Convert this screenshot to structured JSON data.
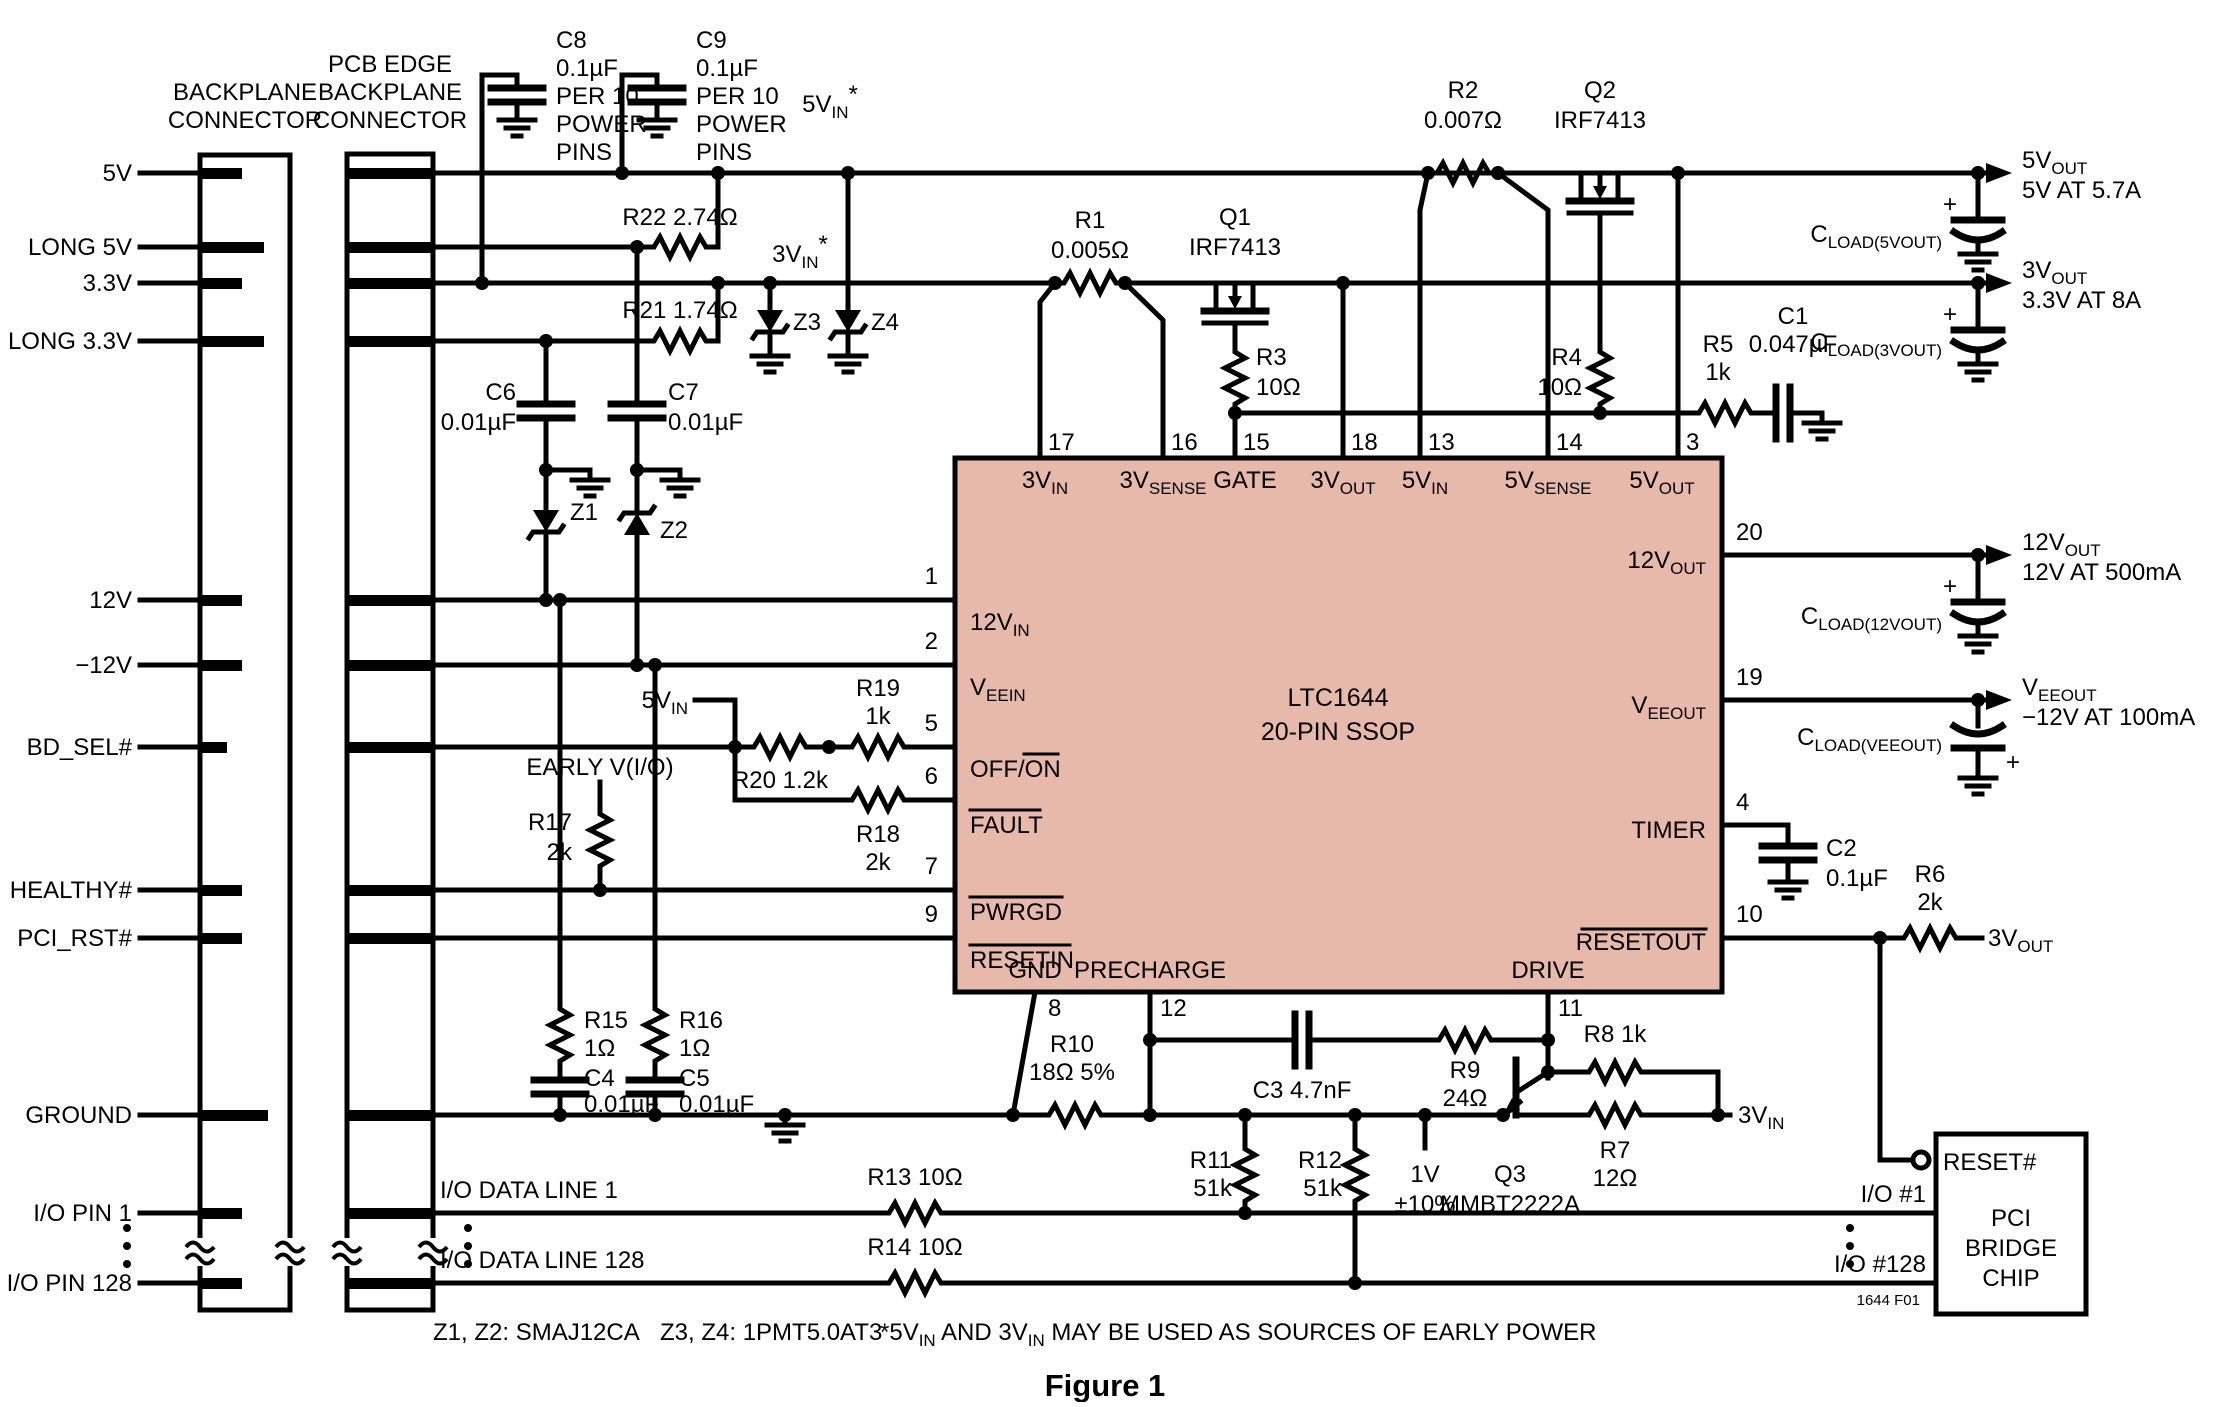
{
  "figure": {
    "caption": "Figure 1",
    "code": "1644 F01"
  },
  "colors": {
    "ic_fill": "#e6b9ab",
    "line": "#000000"
  },
  "headers": {
    "backplane": [
      "BACKPLANE",
      "CONNECTOR"
    ],
    "pcb_edge": [
      "PCB EDGE",
      "BACKPLANE",
      "CONNECTOR"
    ]
  },
  "signals": [
    "5V",
    "LONG 5V",
    "3.3V",
    "LONG 3.3V",
    "12V",
    "−12V",
    "BD_SEL#",
    "HEALTHY#",
    "PCI_RST#",
    "GROUND",
    "I/O PIN 1",
    "I/O PIN 128"
  ],
  "ic": {
    "name": "LTC1644",
    "package": "20-PIN SSOP",
    "top_pins": [
      {
        "num": "17",
        "pre": "3V",
        "sub": "IN"
      },
      {
        "num": "16",
        "pre": "3V",
        "sub": "SENSE"
      },
      {
        "num": "15",
        "pre": "GATE",
        "sub": ""
      },
      {
        "num": "18",
        "pre": "3V",
        "sub": "OUT"
      },
      {
        "num": "13",
        "pre": "5V",
        "sub": "IN"
      },
      {
        "num": "14",
        "pre": "5V",
        "sub": "SENSE"
      },
      {
        "num": "3",
        "pre": "5V",
        "sub": "OUT"
      }
    ],
    "left_pins": [
      {
        "num": "1",
        "pre": "12V",
        "sub": "IN"
      },
      {
        "num": "2",
        "pre": "V",
        "sub": "EEIN"
      },
      {
        "num": "5",
        "pre": "OFF/ON",
        "sub": ""
      },
      {
        "num": "6",
        "pre": "FAULT",
        "sub": ""
      },
      {
        "num": "7",
        "pre": "PWRGD",
        "sub": ""
      },
      {
        "num": "9",
        "pre": "RESETIN",
        "sub": ""
      }
    ],
    "right_pins": [
      {
        "num": "20",
        "pre": "12V",
        "sub": "OUT"
      },
      {
        "num": "19",
        "pre": "V",
        "sub": "EEOUT"
      },
      {
        "num": "4",
        "pre": "TIMER",
        "sub": ""
      },
      {
        "num": "10",
        "pre": "RESETOUT",
        "sub": ""
      }
    ],
    "bottom_pins": [
      {
        "num": "8",
        "label": "GND"
      },
      {
        "num": "12",
        "label": "PRECHARGE"
      },
      {
        "num": "11",
        "label": "DRIVE"
      }
    ]
  },
  "resistors": {
    "r1": [
      "R1",
      "0.005Ω"
    ],
    "r2": [
      "R2",
      "0.007Ω"
    ],
    "r3": [
      "R3",
      "10Ω"
    ],
    "r4": [
      "R4",
      "10Ω"
    ],
    "r5": [
      "R5",
      "1k"
    ],
    "r6": [
      "R6",
      "2k"
    ],
    "r7": [
      "R7",
      "12Ω"
    ],
    "r8": [
      "R8 1k"
    ],
    "r9": [
      "R9",
      "24Ω"
    ],
    "r10": [
      "R10",
      "18Ω 5%"
    ],
    "r11": [
      "R11",
      "51k"
    ],
    "r12": [
      "R12",
      "51k"
    ],
    "r13": [
      "R13 10Ω"
    ],
    "r14": [
      "R14 10Ω"
    ],
    "r15": [
      "R15",
      "1Ω"
    ],
    "r16": [
      "R16",
      "1Ω"
    ],
    "r17": [
      "R17",
      "2k"
    ],
    "r18": [
      "R18",
      "2k"
    ],
    "r19": [
      "R19",
      "1k"
    ],
    "r20": [
      "R20 1.2k"
    ],
    "r21": [
      "R21 1.74Ω"
    ],
    "r22": [
      "R22 2.74Ω"
    ]
  },
  "capacitors": {
    "c1": [
      "C1",
      "0.047µF"
    ],
    "c2": [
      "C2",
      "0.1µF"
    ],
    "c3": [
      "C3 4.7nF"
    ],
    "c4": [
      "C4",
      "0.01µF"
    ],
    "c5": [
      "C5",
      "0.01µF"
    ],
    "c6": [
      "C6",
      "0.01µF"
    ],
    "c7": [
      "C7",
      "0.01µF"
    ],
    "c8": [
      "C8",
      "0.1µF",
      "PER 10",
      "POWER",
      "PINS"
    ],
    "c9": [
      "C9",
      "0.1µF",
      "PER 10",
      "POWER",
      "PINS"
    ]
  },
  "cloads": {
    "five": {
      "pre": "C",
      "sub": "LOAD(5VOUT)"
    },
    "three": {
      "pre": "C",
      "sub": "LOAD(3VOUT)"
    },
    "twelve": {
      "pre": "C",
      "sub": "LOAD(12VOUT)"
    },
    "vee": {
      "pre": "C",
      "sub": "LOAD(VEEOUT)"
    }
  },
  "transistors": {
    "q1": [
      "Q1",
      "IRF7413"
    ],
    "q2": [
      "Q2",
      "IRF7413"
    ],
    "q3": [
      "Q3",
      "MMBT2222A"
    ]
  },
  "zeners": {
    "z1": "Z1",
    "z2": "Z2",
    "z3": "Z3",
    "z4": "Z4"
  },
  "nets": {
    "vin5star": {
      "pre": "5V",
      "sub": "IN",
      "post": "*"
    },
    "vin3star": {
      "pre": "3V",
      "sub": "IN",
      "post": "*"
    },
    "vin5": {
      "pre": "5V",
      "sub": "IN"
    },
    "vin3": {
      "pre": "3V",
      "sub": "IN"
    },
    "vout3": {
      "pre": "3V",
      "sub": "OUT"
    },
    "early": "EARLY V(I/O)",
    "onev": [
      "1V",
      "±10%"
    ],
    "io_line1": "I/O DATA LINE 1",
    "io_line128": "I/O DATA LINE 128"
  },
  "outputs": {
    "v5": {
      "pre": "5V",
      "sub": "OUT",
      "desc": "5V AT 5.7A"
    },
    "v3": {
      "pre": "3V",
      "sub": "OUT",
      "desc": "3.3V AT 8A"
    },
    "v12": {
      "pre": "12V",
      "sub": "OUT",
      "desc": "12V AT 500mA"
    },
    "vee": {
      "pre": "V",
      "sub": "EEOUT",
      "desc": "−12V AT 100mA"
    }
  },
  "plus": "+",
  "bridge": {
    "reset": "RESET#",
    "io1": "I/O #1",
    "io128": "I/O #128",
    "name": [
      "PCI",
      "BRIDGE",
      "CHIP"
    ]
  },
  "notes": {
    "z12": "Z1, Z2: SMAJ12CA",
    "z34": "Z3, Z4: 1PMT5.0AT3",
    "early_pre": "*5V",
    "early_sub1": "IN",
    "early_mid": " AND 3V",
    "early_sub2": "IN",
    "early_post": " MAY BE USED AS SOURCES OF EARLY POWER"
  }
}
